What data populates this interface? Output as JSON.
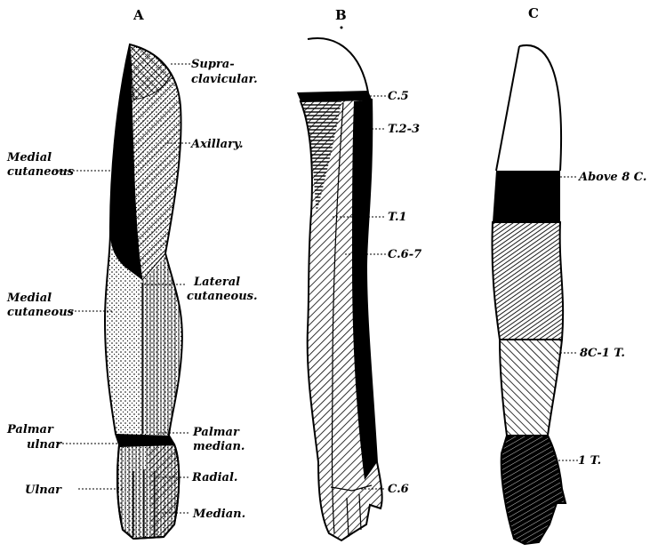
{
  "panels": {
    "A": {
      "letter": "A",
      "labels": {
        "supraclavicular_1": "Supra-",
        "supraclavicular_2": "clavicular.",
        "axillary": "Axillary.",
        "medial_cutaneous_upper_1": "Medial",
        "medial_cutaneous_upper_2": "cutaneous",
        "medial_cutaneous_lower_1": "Medial",
        "medial_cutaneous_lower_2": "cutaneous",
        "lateral_cutaneous_1": "Lateral",
        "lateral_cutaneous_2": "cutaneous.",
        "palmar_ulnar_1": "Palmar",
        "palmar_ulnar_2": "ulnar",
        "palmar_median_1": "Palmar",
        "palmar_median_2": "median.",
        "radial": "Radial.",
        "ulnar": "Ulnar",
        "median": "Median."
      }
    },
    "B": {
      "letter": "B",
      "labels": {
        "c5": "C.5",
        "t2_3": "T.2-3",
        "t1": "T.1",
        "c6_7": "C.6-7",
        "c6": "C.6"
      }
    },
    "C": {
      "letter": "C",
      "labels": {
        "above_8c": "Above 8 C.",
        "c8_1t": "8C-1 T.",
        "t1": "1 T."
      }
    }
  },
  "colors": {
    "ink": "#000000",
    "paper": "#ffffff"
  }
}
